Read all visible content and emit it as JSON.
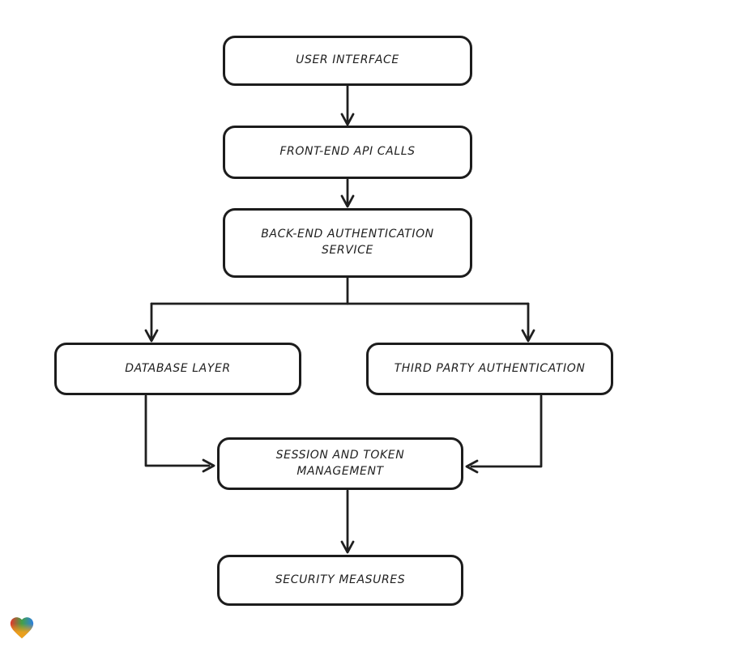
{
  "diagram": {
    "nodes": [
      {
        "id": "user-interface",
        "label": "USER INTERFACE"
      },
      {
        "id": "front-end-api-calls",
        "label": "FRONT-END API CALLS"
      },
      {
        "id": "back-end-auth-service",
        "label": "BACK-END AUTHENTICATION SERVICE"
      },
      {
        "id": "database-layer",
        "label": "DATABASE LAYER"
      },
      {
        "id": "third-party-authentication",
        "label": "THIRD PARTY AUTHENTICATION"
      },
      {
        "id": "session-token-management",
        "label": "SESSION AND TOKEN MANAGEMENT"
      },
      {
        "id": "security-measures",
        "label": "SECURITY MEASURES"
      }
    ],
    "edges": [
      {
        "from": "user-interface",
        "to": "front-end-api-calls"
      },
      {
        "from": "front-end-api-calls",
        "to": "back-end-auth-service"
      },
      {
        "from": "back-end-auth-service",
        "to": "database-layer"
      },
      {
        "from": "back-end-auth-service",
        "to": "third-party-authentication"
      },
      {
        "from": "database-layer",
        "to": "session-token-management"
      },
      {
        "from": "third-party-authentication",
        "to": "session-token-management"
      },
      {
        "from": "session-token-management",
        "to": "security-measures"
      }
    ],
    "colors": {
      "stroke": "#1f1f1f",
      "background": "#ffffff",
      "node_fill": "#ffffff"
    },
    "watermark": {
      "icon": "heart-icon",
      "colors": [
        "#e8352b",
        "#43a047",
        "#2d7fe3",
        "#f5a01a"
      ]
    }
  }
}
